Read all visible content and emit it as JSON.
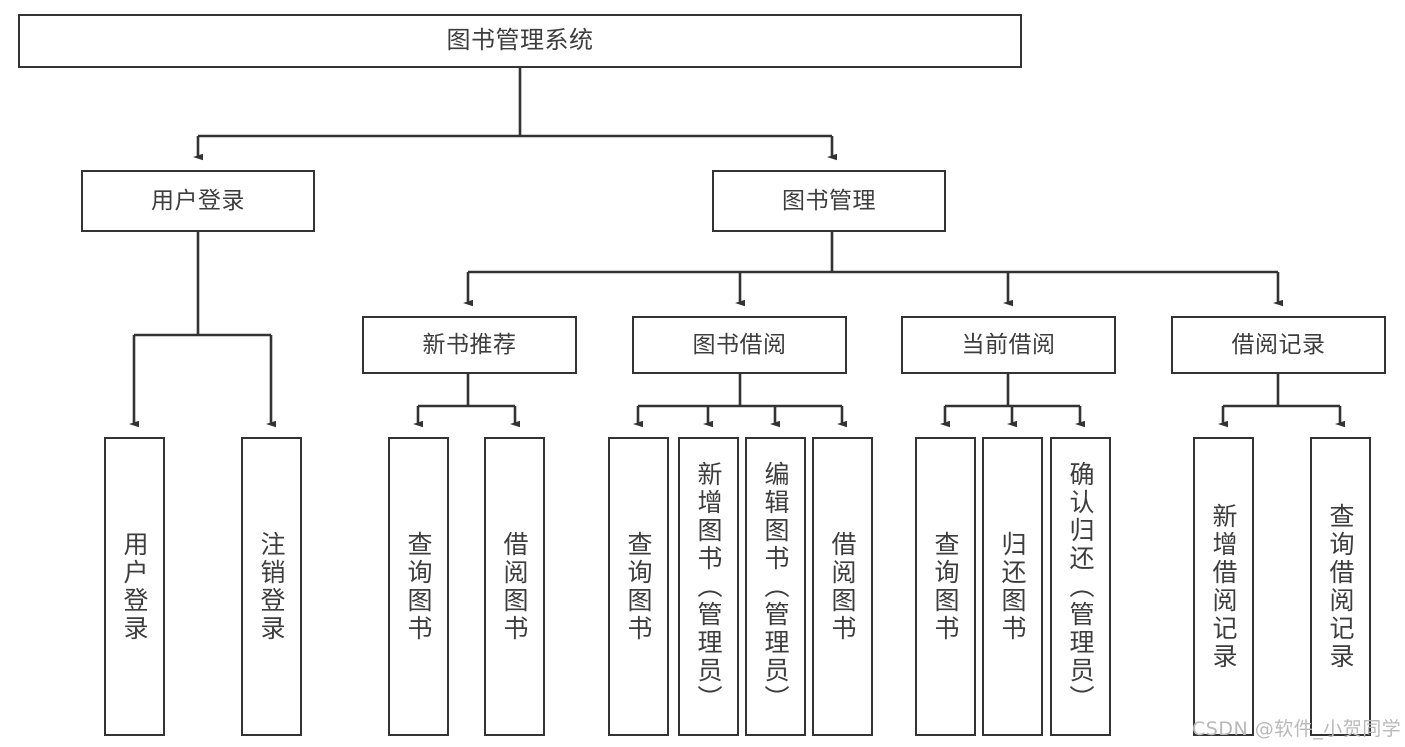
{
  "diagram": {
    "type": "tree-hierarchy-chart",
    "title": "图书管理系统",
    "orientation": "top-down",
    "colors": {
      "box_border": "#333333",
      "box_fill": "#ffffff",
      "connector": "#333333",
      "text": "#3d3d3d",
      "watermark": "#b9b9b9"
    },
    "levels": [
      {
        "level": 1,
        "nodes": [
          {
            "id": "root",
            "label": "图书管理系统",
            "orientation": "horizontal"
          }
        ]
      },
      {
        "level": 2,
        "nodes": [
          {
            "id": "user-login",
            "label": "用户登录",
            "orientation": "horizontal"
          },
          {
            "id": "book-manage",
            "label": "图书管理",
            "orientation": "horizontal"
          }
        ]
      },
      {
        "level": 3,
        "nodes": [
          {
            "id": "new-book-rec",
            "label": "新书推荐",
            "orientation": "horizontal"
          },
          {
            "id": "book-borrow",
            "label": "图书借阅",
            "orientation": "horizontal"
          },
          {
            "id": "current-borrow",
            "label": "当前借阅",
            "orientation": "horizontal"
          },
          {
            "id": "borrow-record",
            "label": "借阅记录",
            "orientation": "horizontal"
          }
        ]
      },
      {
        "level": 4,
        "nodes": [
          {
            "id": "leaf-1",
            "label": "用户登录",
            "parent": "user-login",
            "orientation": "vertical"
          },
          {
            "id": "leaf-2",
            "label": "注销登录",
            "parent": "user-login",
            "orientation": "vertical"
          },
          {
            "id": "leaf-3",
            "label": "查询图书",
            "parent": "new-book-rec",
            "orientation": "vertical"
          },
          {
            "id": "leaf-4",
            "label": "借阅图书",
            "parent": "new-book-rec",
            "orientation": "vertical"
          },
          {
            "id": "leaf-5",
            "label": "查询图书",
            "parent": "book-borrow",
            "orientation": "vertical"
          },
          {
            "id": "leaf-6",
            "label": "新增图书（管理员）",
            "parent": "book-borrow",
            "orientation": "vertical"
          },
          {
            "id": "leaf-7",
            "label": "编辑图书（管理员）",
            "parent": "book-borrow",
            "orientation": "vertical"
          },
          {
            "id": "leaf-8",
            "label": "借阅图书",
            "parent": "book-borrow",
            "orientation": "vertical"
          },
          {
            "id": "leaf-9",
            "label": "查询图书",
            "parent": "current-borrow",
            "orientation": "vertical"
          },
          {
            "id": "leaf-10",
            "label": "归还图书",
            "parent": "current-borrow",
            "orientation": "vertical"
          },
          {
            "id": "leaf-11",
            "label": "确认归还（管理员）",
            "parent": "current-borrow",
            "orientation": "vertical"
          },
          {
            "id": "leaf-12",
            "label": "新增借阅记录",
            "parent": "borrow-record",
            "orientation": "vertical"
          },
          {
            "id": "leaf-13",
            "label": "查询借阅记录",
            "parent": "borrow-record",
            "orientation": "vertical"
          }
        ]
      }
    ]
  },
  "watermark": {
    "text": "CSDN @软件_小贺同学"
  }
}
